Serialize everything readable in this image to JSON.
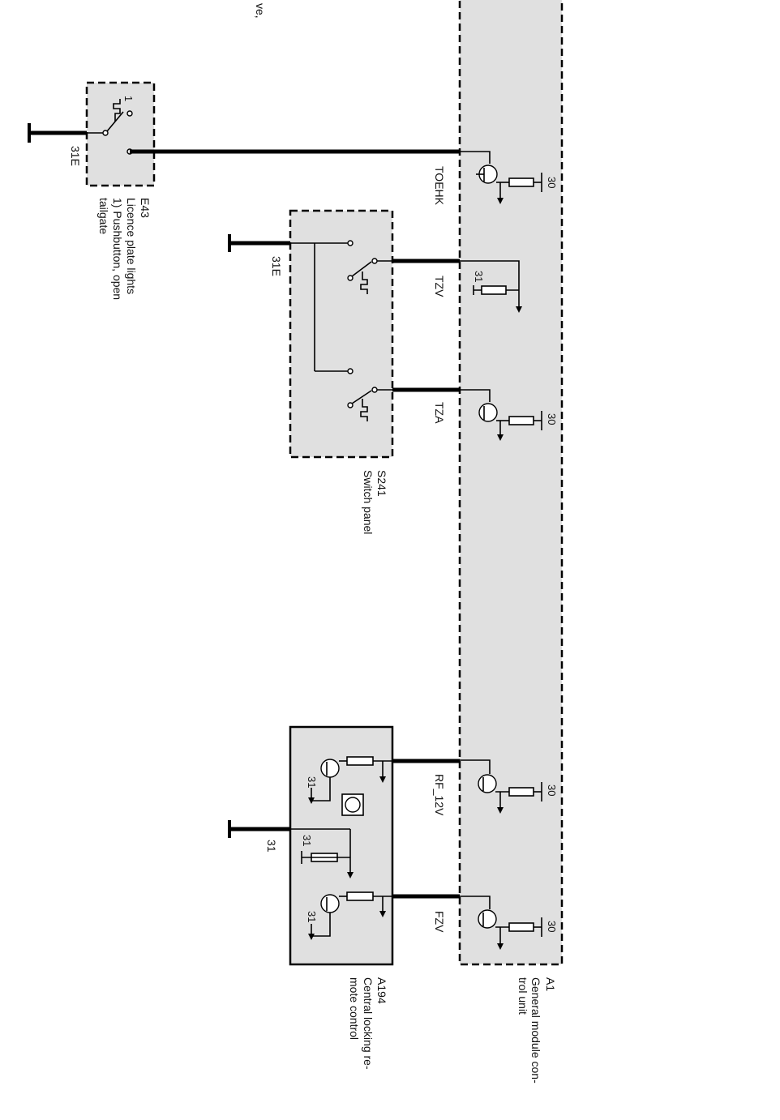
{
  "page_fragment_top": "ve,",
  "components": {
    "a1": {
      "id": "A1",
      "name_line1": "General module con-",
      "name_line2": "trol unit",
      "pins": {
        "toehk": "TOEHK",
        "tzv": "TZV",
        "tza": "TZA",
        "rf12v": "RF_12V",
        "fzv": "FZV"
      },
      "supply_label": "30",
      "ground_label": "31"
    },
    "e43": {
      "id": "E43",
      "name_line1": "Licence plate lights",
      "name_line2": "1) Pushbutton, open",
      "name_line3": "tailgate",
      "switch_mark": "1",
      "ground": "31E"
    },
    "s241": {
      "id": "S241",
      "name": "Switch panel",
      "ground": "31E"
    },
    "a194": {
      "id": "A194",
      "name_line1": "Central locking re-",
      "name_line2": "mote control",
      "ground": "31",
      "internal_ground": "31"
    }
  }
}
